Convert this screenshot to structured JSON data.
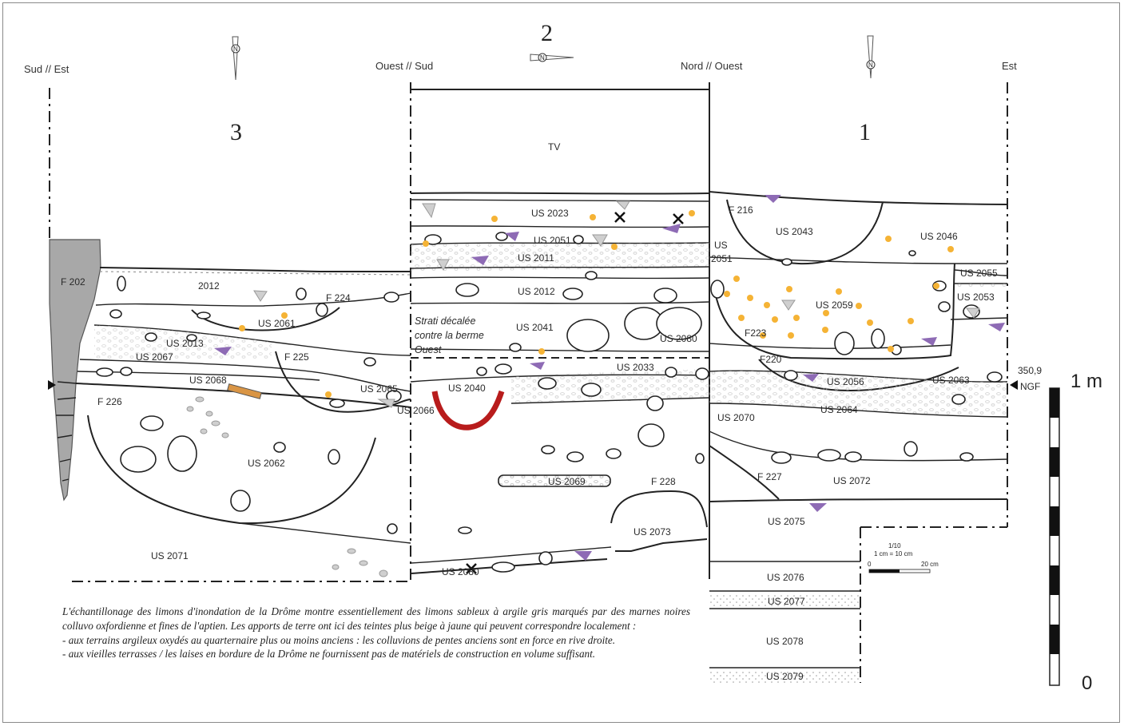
{
  "orientation": {
    "left": "Sud // Est",
    "mid_left": "Ouest // Sud",
    "mid_right": "Nord // Ouest",
    "right": "Est"
  },
  "sections": {
    "s1": "1",
    "s2": "2",
    "s3": "3"
  },
  "north_symbol": "N",
  "units": {
    "tv": "TV",
    "us2023": "US 2023",
    "us2051": "US 2051",
    "us2011": "US 2011",
    "us2012": "US 2012",
    "us2041": "US 2041",
    "us2080": "US 2080",
    "us2033": "US 2033",
    "us2040": "US 2040",
    "us2066": "US 2066",
    "us2069": "US 2069",
    "us2073": "US 2073",
    "us2080b": "US 2080",
    "f202": "F 202",
    "l2012": "2012",
    "f224": "F 224",
    "us2061": "US 2061",
    "us2013": "US 2013",
    "us2067": "US 2067",
    "f225": "F 225",
    "us2068": "US 2068",
    "us2065": "US 2065",
    "f226": "F 226",
    "us2062": "US 2062",
    "us2071": "US 2071",
    "f228": "F 228",
    "f216": "F 216",
    "us2043": "US 2043",
    "us2046": "US 2046",
    "us2051r": "US",
    "us2051r2": "2051",
    "us2055": "US 2055",
    "us2059": "US 2059",
    "us2053": "US 2053",
    "f223": "F223",
    "f220": "F220",
    "us2056": "US 2056",
    "us2063": "US 2063",
    "us2064": "US 2064",
    "us2070": "US 2070",
    "f227": "F 227",
    "us2072": "US 2072",
    "us2075": "US 2075",
    "us2076": "US 2076",
    "us2077": "US 2077",
    "us2078": "US 2078",
    "us2079": "US 2079"
  },
  "strati_note": [
    "Strati décalée",
    "contre la berme",
    "Ouest"
  ],
  "datum": {
    "value": "350,9",
    "unit": "NGF"
  },
  "scale_bar": {
    "top_label": "1 m",
    "bottom_label": "0"
  },
  "small_scale": {
    "ratio": "1/10",
    "equiv": "1 cm = 10 cm",
    "zero": "0",
    "len": "20 cm"
  },
  "caption": [
    "L'échantillonage des limons d'inondation de la Drôme montre essentiellement des limons sableux à argile gris marqués par des marnes noires colluvo oxfordienne et fines de l'aptien. Les apports  de terre ont ici des teintes plus beige à jaune qui peuvent correspondre localement :",
    " - aux terrains argileux oxydés au quarternaire plus ou moins anciens : les colluvions de pentes anciens sont en force en rive droite.",
    "- aux vieilles terrasses / les laises en bordure de la Drôme ne fournissent pas de matériels de construction en volume suffisant."
  ],
  "colors": {
    "yellow_dots": "#f5b335",
    "purple_marks": "#8e6bb5",
    "red_pit": "#b81c1c",
    "orange_bar": "#d99545",
    "grey_wall": "#a8a8a8"
  }
}
